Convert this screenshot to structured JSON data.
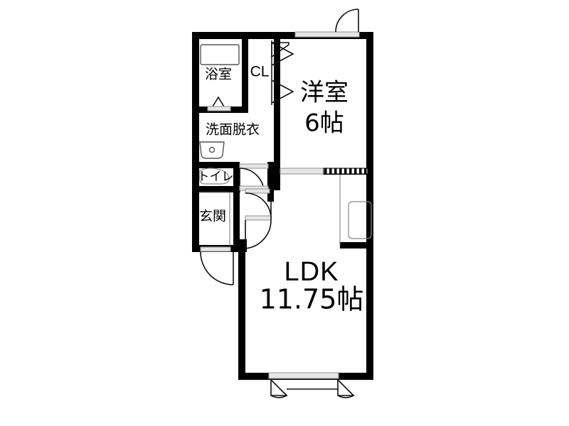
{
  "plan": {
    "title": "間取り図",
    "type": "apartment-floor-plan",
    "layout_code": "1LDK",
    "colors": {
      "wall": "#000000",
      "fixture": "#555555",
      "background": "#ffffff",
      "sliding_door": "#e6e6e6"
    }
  },
  "rooms": [
    {
      "id": "bath",
      "name": "浴室",
      "size": "",
      "fixtures": [
        "bathtub"
      ]
    },
    {
      "id": "closet",
      "name": "CL",
      "size": "",
      "fixtures": [
        "folding-closet-doors"
      ]
    },
    {
      "id": "washroom",
      "name": "洗面脱衣",
      "size": "",
      "fixtures": [
        "washbasin"
      ]
    },
    {
      "id": "toilet",
      "name": "トイレ",
      "size": "",
      "fixtures": [
        "toilet-bowl"
      ]
    },
    {
      "id": "entrance",
      "name": "玄関",
      "size": "",
      "fixtures": [
        "entry-door",
        "shoe-step"
      ]
    },
    {
      "id": "western-room",
      "name": "洋室",
      "size": "6帖",
      "fixtures": [
        "balcony-door",
        "sliding-partition"
      ]
    },
    {
      "id": "ldk",
      "name": "LDK",
      "size": "11.75帖",
      "fixtures": [
        "kitchen-unit",
        "balcony-window"
      ]
    }
  ],
  "labels": {
    "bath": "浴室",
    "closet": "CL",
    "washroom": "洗面脱衣",
    "toilet": "トイレ",
    "entrance": "玄関",
    "western_room_name": "洋室",
    "western_room_size": "6帖",
    "ldk_name": "LDK",
    "ldk_size": "11.75帖"
  }
}
